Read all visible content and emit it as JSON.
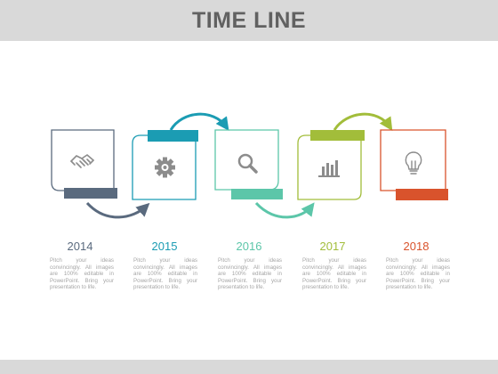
{
  "title": "TIME LINE",
  "colors": {
    "header_bg": "#d9d9d9",
    "title_text": "#616161",
    "icon": "#8c8c8c",
    "description": "#a6a6a6"
  },
  "steps": [
    {
      "year": "2014",
      "icon": "handshake-icon",
      "color": "#5a6a7e",
      "label_position": "bottom",
      "description": "Pitch your ideas convincingly. All images are 100% editable in PowerPoint. Bring your presentation to life."
    },
    {
      "year": "2015",
      "icon": "gear-icon",
      "color": "#1b9cb3",
      "label_position": "top",
      "description": "Pitch your ideas convincingly. All images are 100% editable in PowerPoint. Bring your presentation to life."
    },
    {
      "year": "2016",
      "icon": "magnifier-icon",
      "color": "#5cc6a9",
      "label_position": "bottom",
      "description": "Pitch your ideas convincingly. All images are 100% editable in PowerPoint. Bring your presentation to life."
    },
    {
      "year": "2017",
      "icon": "bar-chart-icon",
      "color": "#a2bd3a",
      "label_position": "top",
      "description": "Pitch your ideas convincingly. All images are 100% editable in PowerPoint. Bring your presentation to life."
    },
    {
      "year": "2018",
      "icon": "lightbulb-icon",
      "color": "#d9532c",
      "label_position": "bottom",
      "description": "Pitch your ideas convincingly. All images are 100% editable in PowerPoint. Bring your presentation to life."
    }
  ]
}
